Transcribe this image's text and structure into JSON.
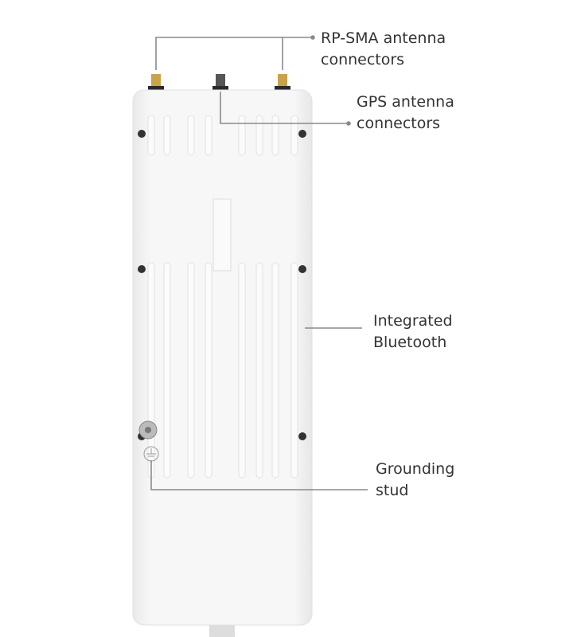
{
  "callouts": {
    "rp_sma": {
      "line1": "RP-SMA antenna",
      "line2": "connectors"
    },
    "gps": {
      "line1": "GPS antenna",
      "line2": "connectors"
    },
    "bluetooth": {
      "line1": "Integrated",
      "line2": "Bluetooth"
    },
    "grounding": {
      "line1": "Grounding",
      "line2": "stud"
    }
  },
  "colors": {
    "line": "#8a8a8a",
    "body": "#f4f4f4",
    "text": "#333333",
    "gold": "#c9a24a"
  }
}
